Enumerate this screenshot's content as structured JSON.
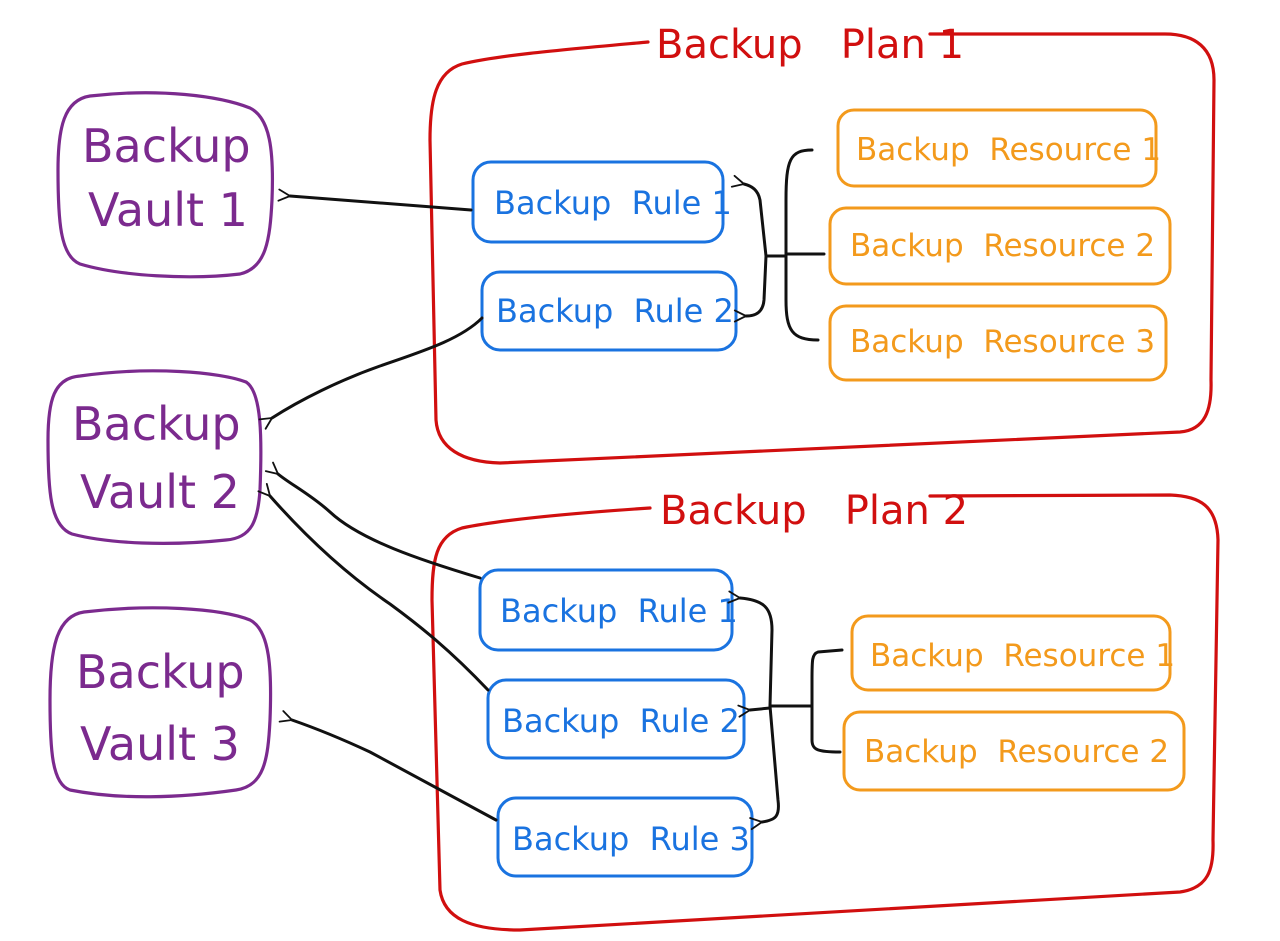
{
  "colors": {
    "vault": "#7b2a8e",
    "plan": "#d10f0f",
    "rule": "#1a73e0",
    "resource": "#f39a1c",
    "connector": "#111111"
  },
  "vaults": [
    {
      "id": "v1",
      "line1": "Backup",
      "line2": "Vault 1"
    },
    {
      "id": "v2",
      "line1": "Backup",
      "line2": "Vault 2"
    },
    {
      "id": "v3",
      "line1": "Backup",
      "line2": "Vault 3"
    }
  ],
  "plans": [
    {
      "title": "Backup   Plan 1",
      "rules": [
        {
          "label": "Backup  Rule 1"
        },
        {
          "label": "Backup  Rule 2"
        }
      ],
      "resources": [
        {
          "label": "Backup  Resource 1"
        },
        {
          "label": "Backup  Resource 2"
        },
        {
          "label": "Backup  Resource 3"
        }
      ]
    },
    {
      "title": "Backup   Plan 2",
      "rules": [
        {
          "label": "Backup  Rule 1"
        },
        {
          "label": "Backup  Rule 2"
        },
        {
          "label": "Backup  Rule 3"
        }
      ],
      "resources": [
        {
          "label": "Backup  Resource 1"
        },
        {
          "label": "Backup  Resource 2"
        }
      ]
    }
  ]
}
